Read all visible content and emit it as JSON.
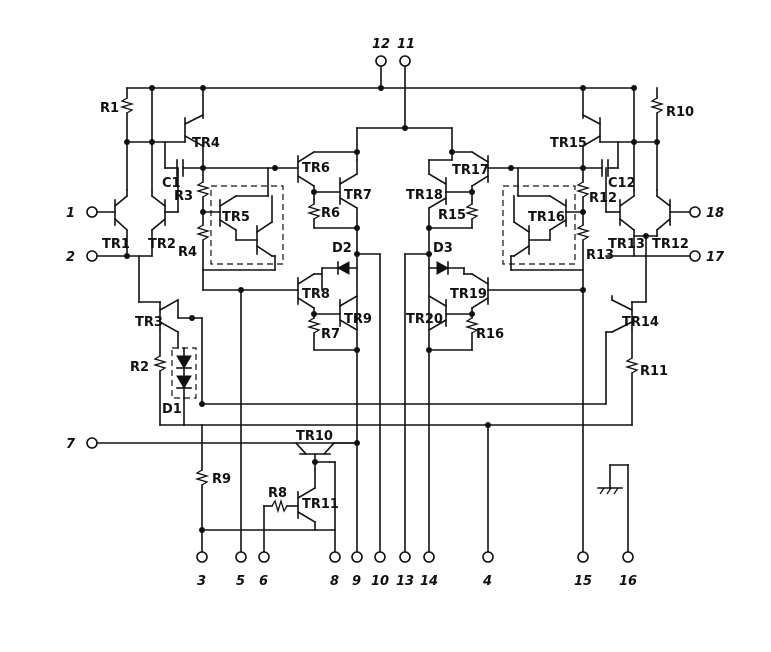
{
  "pins": {
    "p1": "1",
    "p2": "2",
    "p3": "3",
    "p4": "4",
    "p5": "5",
    "p6": "6",
    "p7": "7",
    "p8": "8",
    "p9": "9",
    "p10": "10",
    "p11": "11",
    "p12": "12",
    "p13": "13",
    "p14": "14",
    "p15": "15",
    "p16": "16",
    "p17": "17",
    "p18": "18"
  },
  "transistors": {
    "tr1": "TR1",
    "tr2": "TR2",
    "tr3": "TR3",
    "tr4": "TR4",
    "tr5": "TR5",
    "tr6": "TR6",
    "tr7": "TR7",
    "tr8": "TR8",
    "tr9": "TR9",
    "tr10": "TR10",
    "tr11": "TR11",
    "tr12": "TR12",
    "tr13": "TR13",
    "tr14": "TR14",
    "tr15": "TR15",
    "tr16": "TR16",
    "tr17": "TR17",
    "tr18": "TR18",
    "tr19": "TR19",
    "tr20": "TR20"
  },
  "resistors": {
    "r1": "R1",
    "r2": "R2",
    "r3": "R3",
    "r4": "R4",
    "r6": "R6",
    "r7": "R7",
    "r8": "R8",
    "r9": "R9",
    "r10": "R10",
    "r11": "R11",
    "r12": "R12",
    "r13": "R13",
    "r15": "R15",
    "r16": "R16"
  },
  "capacitors": {
    "c1": "C1",
    "c12": "C12"
  },
  "diodes": {
    "d1": "D1",
    "d2": "D2",
    "d3": "D3"
  }
}
